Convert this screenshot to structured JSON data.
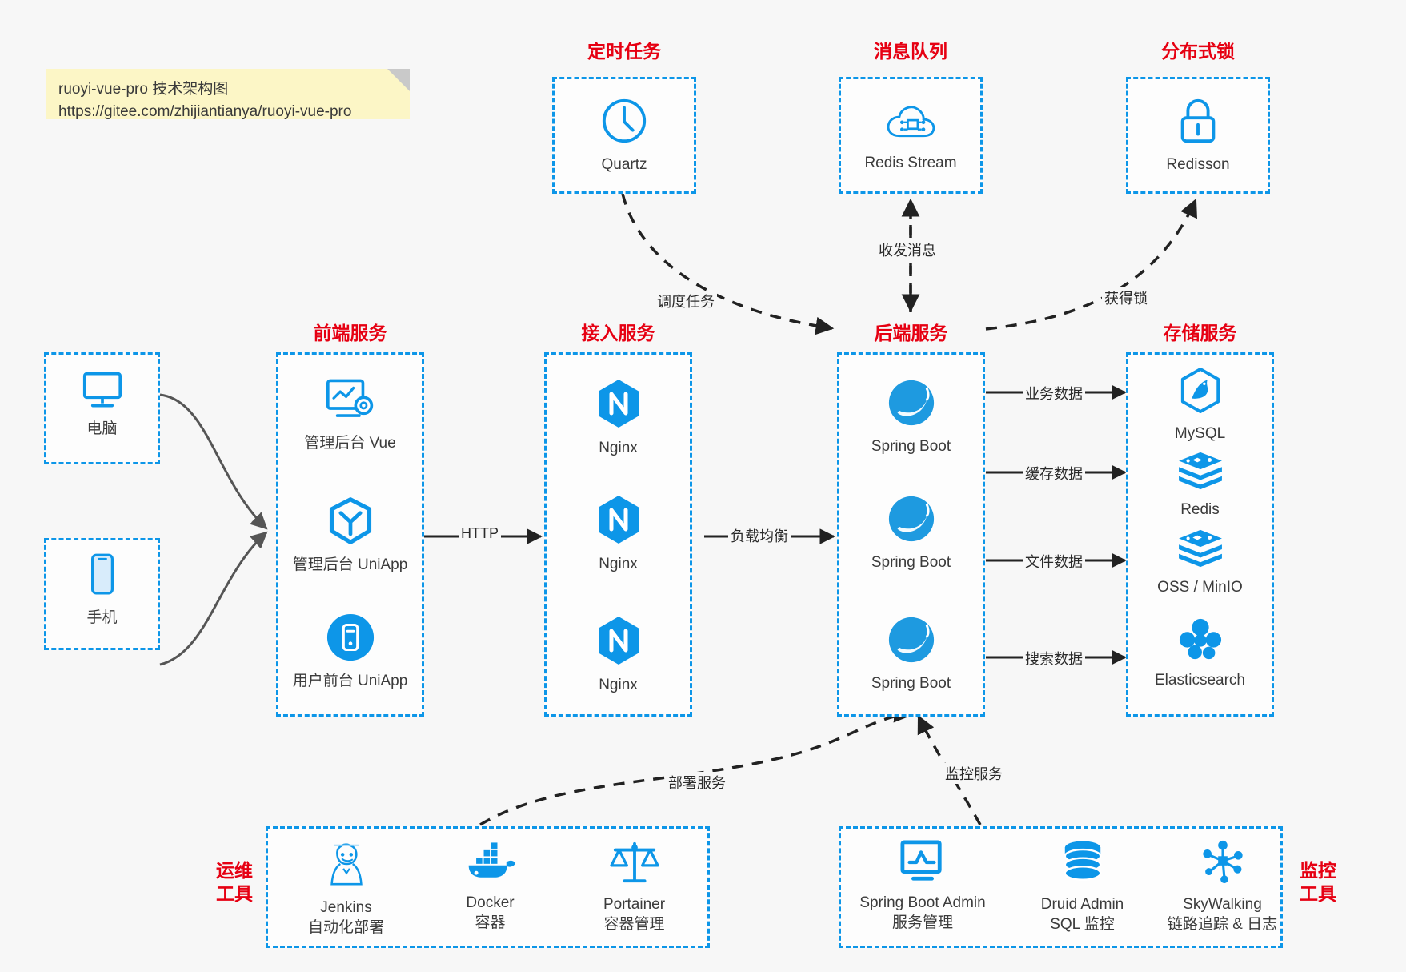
{
  "note": {
    "line1": "ruoyi-vue-pro 技术架构图",
    "line2": "https://gitee.com/zhijiantianya/ruoyi-vue-pro"
  },
  "colors": {
    "accent_blue": "#0d96e8",
    "title_red": "#e60012",
    "arrow_gray": "#555555",
    "arrow_black": "#222222",
    "note_yellow": "#fcf6c6",
    "background": "#f7f7f7"
  },
  "groups": {
    "scheduler": {
      "title": "定时任务",
      "nodes": [
        {
          "label": "Quartz",
          "icon": "clock-icon"
        }
      ]
    },
    "mq": {
      "title": "消息队列",
      "nodes": [
        {
          "label": "Redis Stream",
          "icon": "cloud-network-icon"
        }
      ]
    },
    "lock": {
      "title": "分布式锁",
      "nodes": [
        {
          "label": "Redisson",
          "icon": "lock-icon"
        }
      ]
    },
    "clients": {
      "nodes": [
        {
          "label": "电脑",
          "icon": "desktop-monitor-icon"
        },
        {
          "label": "手机",
          "icon": "mobile-phone-icon"
        }
      ]
    },
    "frontend": {
      "title": "前端服务",
      "nodes": [
        {
          "label": "管理后台 Vue",
          "icon": "dashboard-gear-icon"
        },
        {
          "label": "管理后台 UniApp",
          "icon": "uniapp-hexagon-icon"
        },
        {
          "label": "用户前台 UniApp",
          "icon": "mobile-circle-icon"
        }
      ]
    },
    "gateway": {
      "title": "接入服务",
      "nodes": [
        {
          "label": "Nginx",
          "icon": "nginx-icon"
        },
        {
          "label": "Nginx",
          "icon": "nginx-icon"
        },
        {
          "label": "Nginx",
          "icon": "nginx-icon"
        }
      ]
    },
    "backend": {
      "title": "后端服务",
      "nodes": [
        {
          "label": "Spring Boot",
          "icon": "spring-boot-icon"
        },
        {
          "label": "Spring Boot",
          "icon": "spring-boot-icon"
        },
        {
          "label": "Spring Boot",
          "icon": "spring-boot-icon"
        }
      ]
    },
    "storage": {
      "title": "存储服务",
      "nodes": [
        {
          "label": "MySQL",
          "icon": "mysql-icon"
        },
        {
          "label": "Redis",
          "icon": "redis-icon"
        },
        {
          "label": "OSS / MinIO",
          "icon": "oss-minio-icon"
        },
        {
          "label": "Elasticsearch",
          "icon": "elasticsearch-icon"
        }
      ]
    },
    "devops": {
      "title_line1": "运维",
      "title_line2": "工具",
      "nodes": [
        {
          "label": "Jenkins",
          "sub": "自动化部署",
          "icon": "jenkins-icon"
        },
        {
          "label": "Docker",
          "sub": "容器",
          "icon": "docker-icon"
        },
        {
          "label": "Portainer",
          "sub": "容器管理",
          "icon": "portainer-scales-icon"
        }
      ]
    },
    "monitor": {
      "title_line1": "监控",
      "title_line2": "工具",
      "nodes": [
        {
          "label": "Spring Boot Admin",
          "sub": "服务管理",
          "icon": "monitor-chart-icon"
        },
        {
          "label": "Druid Admin",
          "sub": "SQL 监控",
          "icon": "database-stack-icon"
        },
        {
          "label": "SkyWalking",
          "sub": "链路追踪 & 日志",
          "icon": "skywalking-node-icon"
        }
      ]
    }
  },
  "edges": [
    {
      "id": "http",
      "label": "HTTP"
    },
    {
      "id": "load-balance",
      "label": "负载均衡"
    },
    {
      "id": "schedule-task",
      "label": "调度任务"
    },
    {
      "id": "send-receive-message",
      "label": "收发消息"
    },
    {
      "id": "acquire-lock",
      "label": "获得锁"
    },
    {
      "id": "business-data",
      "label": "业务数据"
    },
    {
      "id": "cache-data",
      "label": "缓存数据"
    },
    {
      "id": "file-data",
      "label": "文件数据"
    },
    {
      "id": "search-data",
      "label": "搜索数据"
    },
    {
      "id": "deploy-service",
      "label": "部署服务"
    },
    {
      "id": "monitor-service",
      "label": "监控服务"
    }
  ]
}
